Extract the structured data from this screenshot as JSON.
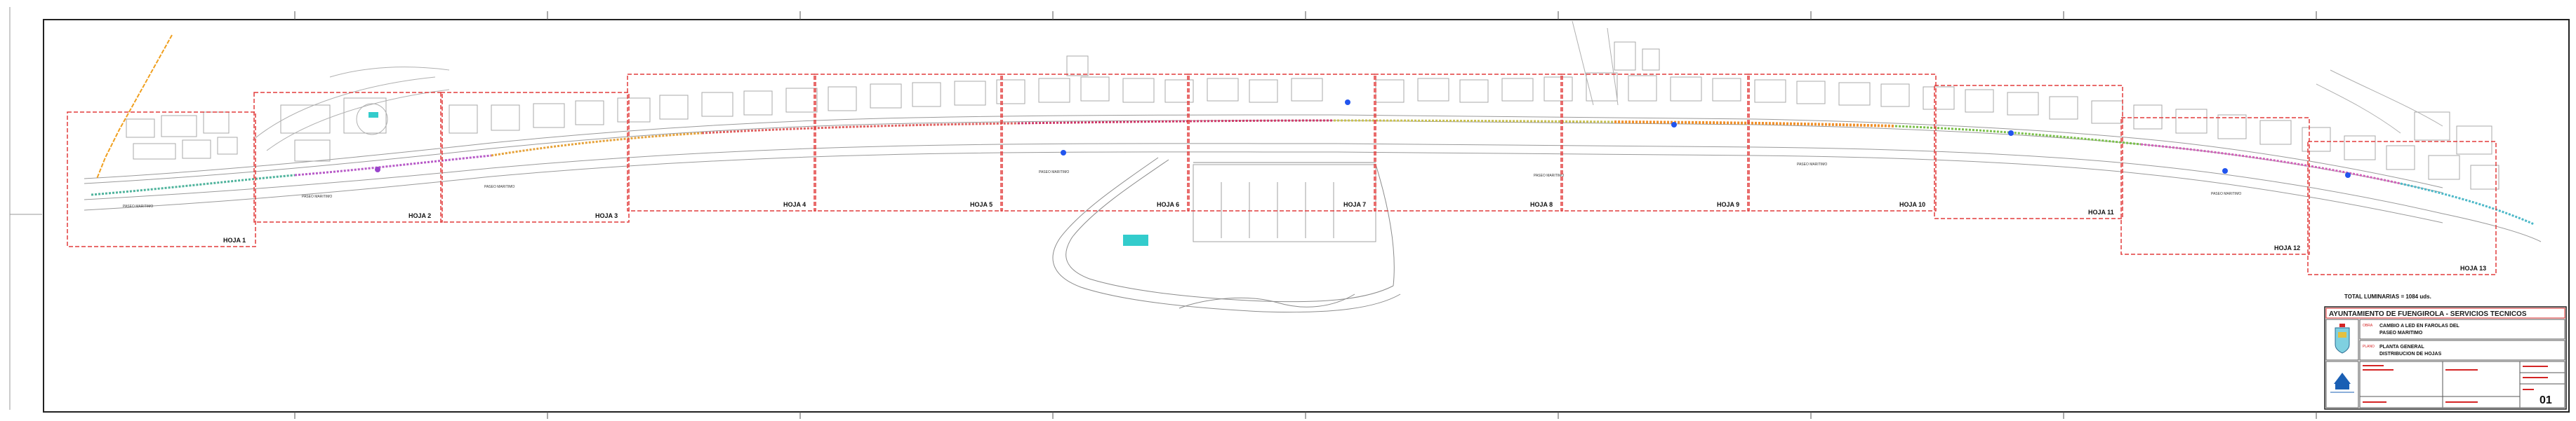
{
  "sheets": [
    {
      "label": "HOJA 1"
    },
    {
      "label": "HOJA 2"
    },
    {
      "label": "HOJA 3"
    },
    {
      "label": "HOJA 4"
    },
    {
      "label": "HOJA 5"
    },
    {
      "label": "HOJA 6"
    },
    {
      "label": "HOJA 7"
    },
    {
      "label": "HOJA 8"
    },
    {
      "label": "HOJA 9"
    },
    {
      "label": "HOJA 10"
    },
    {
      "label": "HOJA 11"
    },
    {
      "label": "HOJA 12"
    },
    {
      "label": "HOJA 13"
    }
  ],
  "total_note": "TOTAL LUMINARIAS = 1084 uds.",
  "title_block": {
    "header": "AYUNTAMIENTO DE FUENGIROLA - SERVICIOS TECNICOS",
    "project_line1": "CAMBIO A LED EN FAROLAS DEL",
    "project_line2": "PASEO MARITIMO",
    "plan_line1": "PLANTA GENERAL",
    "plan_line2": "DISTRIBUCION DE HOJAS",
    "sheet_number": "01"
  },
  "colors": {
    "frame": "#222222",
    "sheet_boxes": "#e23b3b",
    "base_lines": "#9a9a9a",
    "route_orange": "#f0a020",
    "header_red": "#d42424"
  }
}
